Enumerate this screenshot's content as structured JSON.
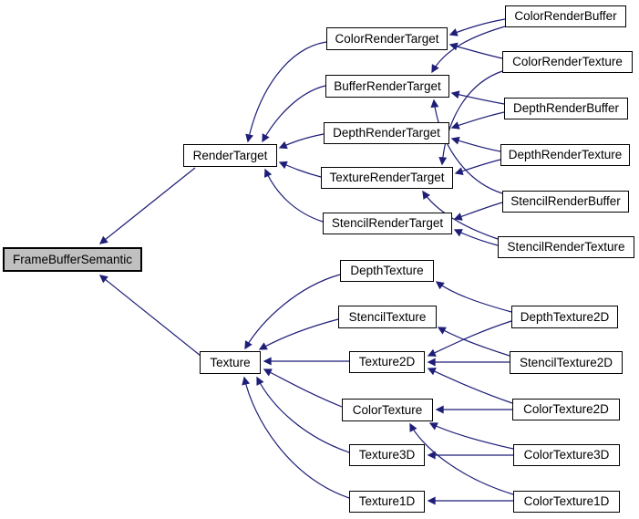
{
  "diagram": {
    "type": "inheritance-graph",
    "edge_color": "#1e1e78",
    "node_border_color": "#000000",
    "node_fill": "#ffffff",
    "selected_node_fill": "#c0c0c0",
    "nodes": {
      "frameBufferSemantic": {
        "label": "FrameBufferSemantic",
        "selected": true
      },
      "renderTarget": {
        "label": "RenderTarget"
      },
      "texture": {
        "label": "Texture"
      },
      "colorRenderTarget": {
        "label": "ColorRenderTarget"
      },
      "bufferRenderTarget": {
        "label": "BufferRenderTarget"
      },
      "depthRenderTarget": {
        "label": "DepthRenderTarget"
      },
      "textureRenderTarget": {
        "label": "TextureRenderTarget"
      },
      "stencilRenderTarget": {
        "label": "StencilRenderTarget"
      },
      "colorRenderBuffer": {
        "label": "ColorRenderBuffer"
      },
      "colorRenderTexture": {
        "label": "ColorRenderTexture"
      },
      "depthRenderBuffer": {
        "label": "DepthRenderBuffer"
      },
      "depthRenderTexture": {
        "label": "DepthRenderTexture"
      },
      "stencilRenderBuffer": {
        "label": "StencilRenderBuffer"
      },
      "stencilRenderTexture": {
        "label": "StencilRenderTexture"
      },
      "depthTexture": {
        "label": "DepthTexture"
      },
      "stencilTexture": {
        "label": "StencilTexture"
      },
      "texture2D": {
        "label": "Texture2D"
      },
      "colorTexture": {
        "label": "ColorTexture"
      },
      "texture3D": {
        "label": "Texture3D"
      },
      "texture1D": {
        "label": "Texture1D"
      },
      "depthTexture2D": {
        "label": "DepthTexture2D"
      },
      "stencilTexture2D": {
        "label": "StencilTexture2D"
      },
      "colorTexture2D": {
        "label": "ColorTexture2D"
      },
      "colorTexture3D": {
        "label": "ColorTexture3D"
      },
      "colorTexture1D": {
        "label": "ColorTexture1D"
      }
    },
    "edges": [
      {
        "from": "RenderTarget",
        "to": "FrameBufferSemantic"
      },
      {
        "from": "Texture",
        "to": "FrameBufferSemantic"
      },
      {
        "from": "ColorRenderTarget",
        "to": "RenderTarget"
      },
      {
        "from": "BufferRenderTarget",
        "to": "RenderTarget"
      },
      {
        "from": "DepthRenderTarget",
        "to": "RenderTarget"
      },
      {
        "from": "TextureRenderTarget",
        "to": "RenderTarget"
      },
      {
        "from": "StencilRenderTarget",
        "to": "RenderTarget"
      },
      {
        "from": "ColorRenderBuffer",
        "to": "ColorRenderTarget"
      },
      {
        "from": "ColorRenderBuffer",
        "to": "BufferRenderTarget"
      },
      {
        "from": "ColorRenderTexture",
        "to": "ColorRenderTarget"
      },
      {
        "from": "ColorRenderTexture",
        "to": "TextureRenderTarget"
      },
      {
        "from": "DepthRenderBuffer",
        "to": "BufferRenderTarget"
      },
      {
        "from": "DepthRenderBuffer",
        "to": "DepthRenderTarget"
      },
      {
        "from": "DepthRenderTexture",
        "to": "DepthRenderTarget"
      },
      {
        "from": "DepthRenderTexture",
        "to": "TextureRenderTarget"
      },
      {
        "from": "StencilRenderBuffer",
        "to": "BufferRenderTarget"
      },
      {
        "from": "StencilRenderBuffer",
        "to": "StencilRenderTarget"
      },
      {
        "from": "StencilRenderTexture",
        "to": "TextureRenderTarget"
      },
      {
        "from": "StencilRenderTexture",
        "to": "StencilRenderTarget"
      },
      {
        "from": "DepthTexture",
        "to": "Texture"
      },
      {
        "from": "StencilTexture",
        "to": "Texture"
      },
      {
        "from": "Texture2D",
        "to": "Texture"
      },
      {
        "from": "ColorTexture",
        "to": "Texture"
      },
      {
        "from": "Texture3D",
        "to": "Texture"
      },
      {
        "from": "Texture1D",
        "to": "Texture"
      },
      {
        "from": "DepthTexture2D",
        "to": "DepthTexture"
      },
      {
        "from": "DepthTexture2D",
        "to": "Texture2D"
      },
      {
        "from": "StencilTexture2D",
        "to": "StencilTexture"
      },
      {
        "from": "StencilTexture2D",
        "to": "Texture2D"
      },
      {
        "from": "ColorTexture2D",
        "to": "ColorTexture"
      },
      {
        "from": "ColorTexture2D",
        "to": "Texture2D"
      },
      {
        "from": "ColorTexture3D",
        "to": "ColorTexture"
      },
      {
        "from": "ColorTexture3D",
        "to": "Texture3D"
      },
      {
        "from": "ColorTexture1D",
        "to": "ColorTexture"
      },
      {
        "from": "ColorTexture1D",
        "to": "Texture1D"
      }
    ]
  }
}
